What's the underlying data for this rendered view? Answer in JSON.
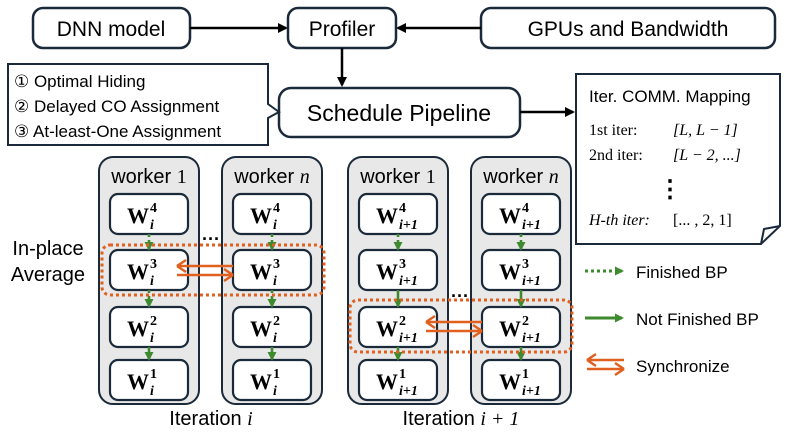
{
  "top": {
    "dnn_model": "DNN model",
    "profiler": "Profiler",
    "gpus": "GPUs and Bandwidth",
    "schedule": "Schedule Pipeline"
  },
  "callout": {
    "items": [
      "① Optimal Hiding",
      "② Delayed CO  Assignment",
      "③ At-least-One Assignment"
    ]
  },
  "mapping": {
    "title": "Iter. COMM. Mapping",
    "rows": [
      {
        "label": "1st iter:",
        "value": "[L, L − 1]"
      },
      {
        "label": "2nd iter:",
        "value": "[L − 2, ...]"
      },
      {
        "label": "H-th iter:",
        "value": "[... ,  2, 1]"
      }
    ],
    "dots": "⋮"
  },
  "workers": {
    "worker_prefix": "worker",
    "first": "1",
    "last": "n",
    "inplace_line1": "In-place",
    "inplace_line2": "Average",
    "weight": "W",
    "layers": [
      "4",
      "3",
      "2",
      "1"
    ],
    "ellipsis": "···",
    "group1_sub": "i",
    "group2_sub": "i+1"
  },
  "iterations": {
    "prefix": "Iteration",
    "first": "i",
    "second": "i + 1"
  },
  "legend": {
    "finished": "Finished BP",
    "not_finished": "Not Finished BP",
    "sync": "Synchronize"
  },
  "colors": {
    "green": "#3d8a2f",
    "orange": "#e06020",
    "panel": "#e8e8e8",
    "border": "#1a2a3a"
  }
}
